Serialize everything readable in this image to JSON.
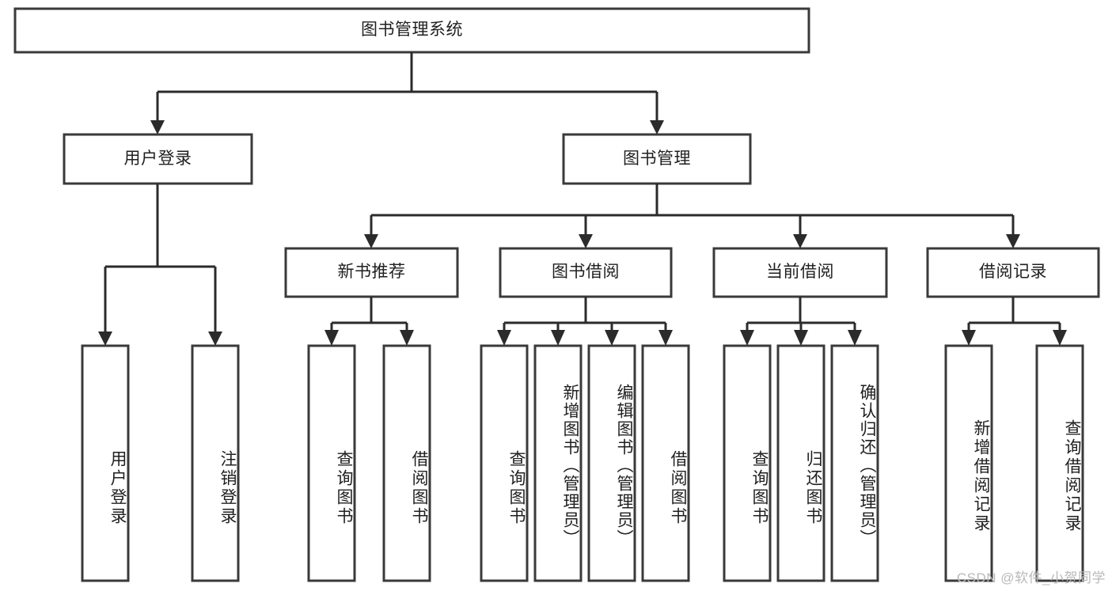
{
  "diagram": {
    "type": "tree-hierarchy",
    "title": "图书管理系统",
    "watermark": "CSDN @软件_小贺同学",
    "colors": {
      "box_stroke": "#3a3a3a",
      "connector": "#2b2b2b",
      "box_fill": "#ffffff",
      "text": "#1f1f1f",
      "watermark": "#b9b9b9"
    },
    "levels": {
      "root": {
        "label": "图书管理系统"
      },
      "level1": [
        {
          "label": "用户登录"
        },
        {
          "label": "图书管理"
        }
      ],
      "level2": [
        {
          "label": "新书推荐"
        },
        {
          "label": "图书借阅"
        },
        {
          "label": "当前借阅"
        },
        {
          "label": "借阅记录"
        }
      ],
      "leaves": {
        "user_login": [
          {
            "label": "用户登录"
          },
          {
            "label": "注销登录"
          }
        ],
        "new_book_recommend": [
          {
            "label": "查询图书"
          },
          {
            "label": "借阅图书"
          }
        ],
        "book_borrow": [
          {
            "label": "查询图书"
          },
          {
            "label": "新增图书（管理员）"
          },
          {
            "label": "编辑图书（管理员）"
          },
          {
            "label": "借阅图书"
          }
        ],
        "current_borrow": [
          {
            "label": "查询图书"
          },
          {
            "label": "归还图书"
          },
          {
            "label": "确认归还（管理员）"
          }
        ],
        "borrow_record": [
          {
            "label": "新增借阅记录"
          },
          {
            "label": "查询借阅记录"
          }
        ]
      }
    }
  }
}
